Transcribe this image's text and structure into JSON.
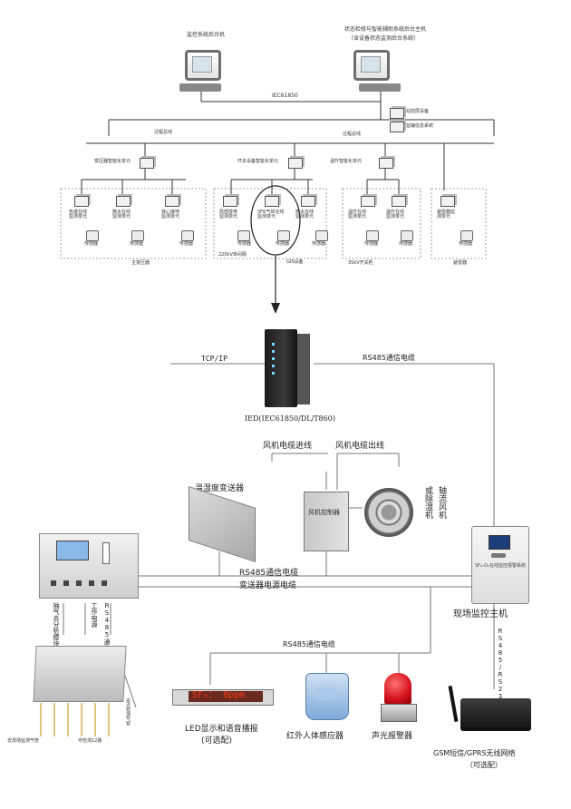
{
  "top": {
    "host_left": "监控系统后台机",
    "host_right_line1": "状态检修与智能辅助系统后台主机",
    "host_right_line2": "（含设备状态监测后台系统）",
    "bus_protocol": "IEC61850",
    "station_device": "站控层设备",
    "info_system": "监辅信息系统",
    "bus_label_left": "过程总线",
    "bus_label_right": "过程总线",
    "unit_transformer": "变压器智能化单元",
    "unit_switch": "开关设备智能化单元",
    "unit_temp": "温升智能化单元",
    "mon_oil_chrom": "色谱在线监测单元",
    "mon_micro_water": "微水在线监测单元",
    "mon_core_ground": "铁心接地监测单元",
    "mon_partial_discharge": "局部放电监测单元",
    "mon_sf6": "SF6气体在线监测单元",
    "mon_micro_water2": "微水在线监测单元",
    "mon_temp1": "温升在线监测单元",
    "mon_temp2": "温升在线监测单元",
    "mon_arrester": "避雷器监测单元",
    "sensor": "传感器",
    "grp_main_transformer": "主变压器",
    "grp_220kv": "220kV单间隔",
    "grp_gis": "GIS设备",
    "grp_35kv": "35kV开关柜",
    "grp_arrester": "避雷器"
  },
  "bottom": {
    "tcp": "TCP/IP",
    "rs485_top": "RS485通信电缆",
    "ied": "IED(IEC61850/DL/T860)",
    "fan_in": "风机电缆进线",
    "fan_out": "风机电缆出线",
    "temp_humidity": "温湿度变送器",
    "fan_controller": "风机控制器",
    "axial_fan": "轴流风机",
    "dehumidifier": "或除湿机",
    "rs485_mid": "RS485通信电缆",
    "power_cable": "变送器电源电缆",
    "field_host": "现场监控主机",
    "host_screen_title": "SF₆-O₂在线监控报警系统",
    "gas_pipe": "抽气去分析模块",
    "work_power": "工作电源",
    "rs485_vertical": "RS485通信",
    "rs485_lower": "RS485通信电缆",
    "rs485_rs232": "RS485/RS232",
    "to_site_gas": "去现场监测气管",
    "detect_12": "可检测12路",
    "exhaust": "安点检测气管",
    "led_display": "SF₆：  0ppm",
    "led_caption": "LED显示和语音播报",
    "optional": "(可选配)",
    "infrared": "红外人体感应器",
    "alarm": "声光报警器",
    "gsm_caption": "GSM短信/GPRS无线网络",
    "gsm_optional": "（可选配）"
  },
  "colors": {
    "line": "#222222",
    "thin": "#555555",
    "led_bg": "#6b2a1f",
    "led_text": "#ff3b1a",
    "alarm_red": "#d4111b",
    "sensor_blue": "#7fa9d9"
  }
}
